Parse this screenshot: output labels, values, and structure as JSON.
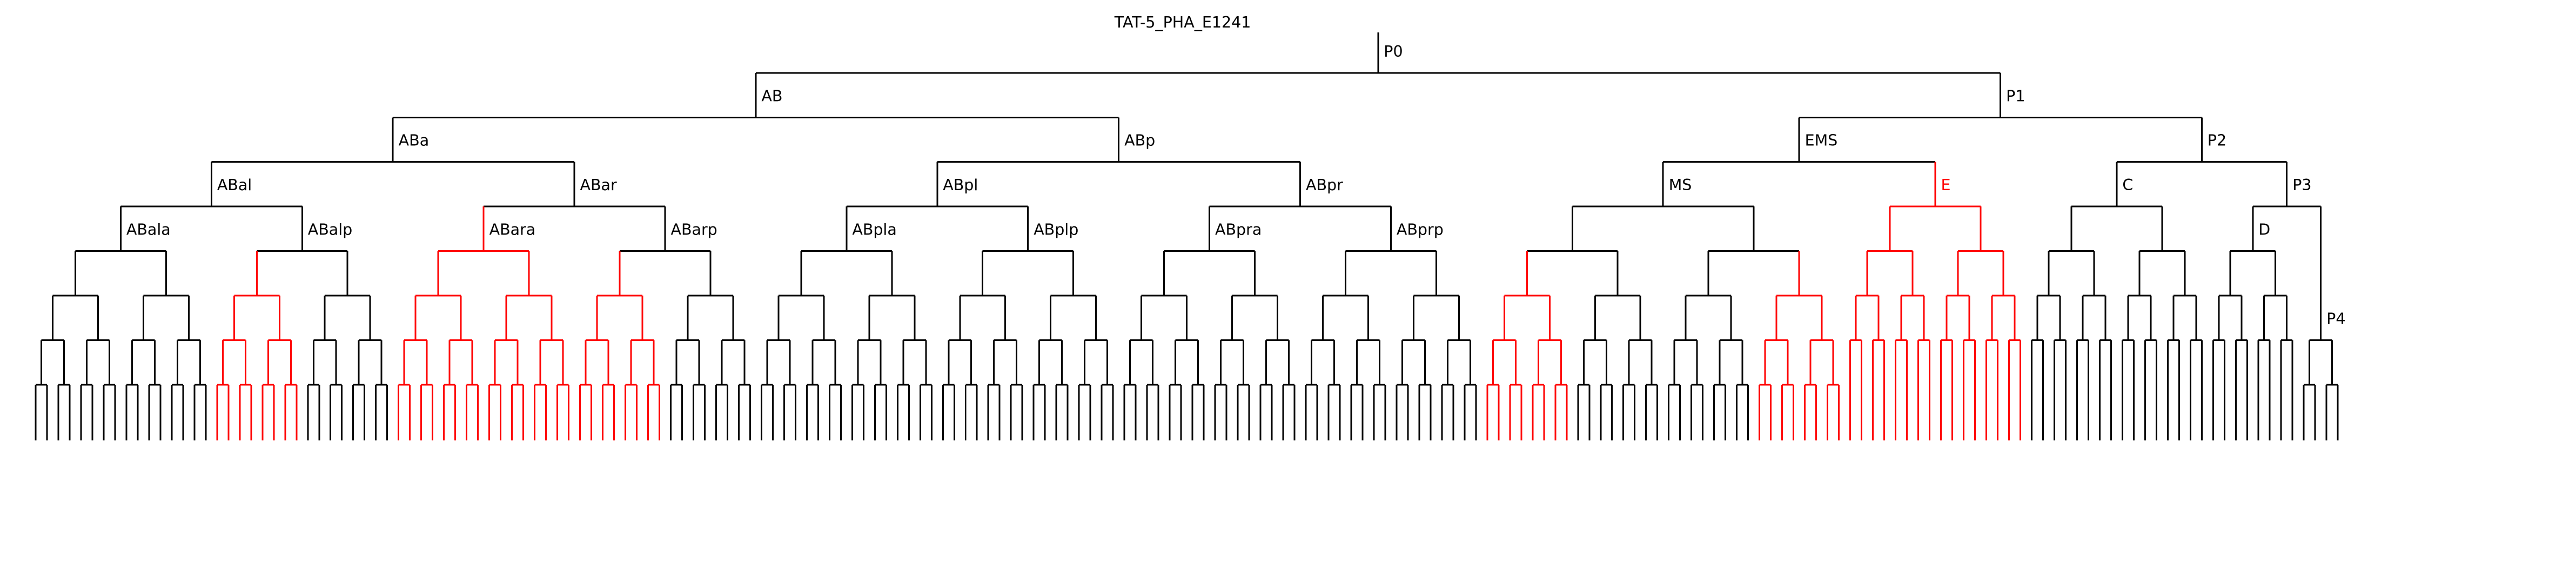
{
  "title": "TAT-5_PHA_E1241",
  "colors": {
    "branch": "#000000",
    "highlight": "#ff0000",
    "label": "#000000",
    "background": "#ffffff"
  },
  "tree": {
    "name": "P0",
    "children": [
      {
        "name": "AB",
        "children": [
          {
            "name": "ABa",
            "children": [
              {
                "name": "ABal",
                "children": [
                  {
                    "name": "ABala",
                    "leaves": 16
                  },
                  {
                    "name": "ABalp",
                    "children": [
                      {
                        "leaves": 8,
                        "red": true
                      },
                      {
                        "leaves": 8
                      }
                    ]
                  }
                ]
              },
              {
                "name": "ABar",
                "children": [
                  {
                    "name": "ABara",
                    "leaves": 16,
                    "red": true
                  },
                  {
                    "name": "ABarp",
                    "children": [
                      {
                        "leaves": 8,
                        "red": true
                      },
                      {
                        "leaves": 8
                      }
                    ]
                  }
                ]
              }
            ]
          },
          {
            "name": "ABp",
            "children": [
              {
                "name": "ABpl",
                "children": [
                  {
                    "name": "ABpla",
                    "leaves": 16
                  },
                  {
                    "name": "ABplp",
                    "leaves": 16
                  }
                ]
              },
              {
                "name": "ABpr",
                "children": [
                  {
                    "name": "ABpra",
                    "leaves": 16
                  },
                  {
                    "name": "ABprp",
                    "leaves": 16
                  }
                ]
              }
            ]
          }
        ]
      },
      {
        "name": "P1",
        "children": [
          {
            "name": "EMS",
            "children": [
              {
                "name": "MS",
                "children": [
                  {
                    "children": [
                      {
                        "leaves": 8,
                        "red": true
                      },
                      {
                        "leaves": 8
                      }
                    ]
                  },
                  {
                    "children": [
                      {
                        "leaves": 8
                      },
                      {
                        "leaves": 8,
                        "red": true
                      }
                    ]
                  }
                ]
              },
              {
                "name": "E",
                "leaves": 16,
                "red": true,
                "name_red": true
              }
            ]
          },
          {
            "name": "P2",
            "children": [
              {
                "name": "C",
                "leaves": 16
              },
              {
                "name": "P3",
                "children": [
                  {
                    "name": "D",
                    "leaves": 8
                  },
                  {
                    "name": "P4",
                    "leaves": 4,
                    "delay": 2
                  }
                ]
              }
            ]
          }
        ]
      }
    ]
  }
}
